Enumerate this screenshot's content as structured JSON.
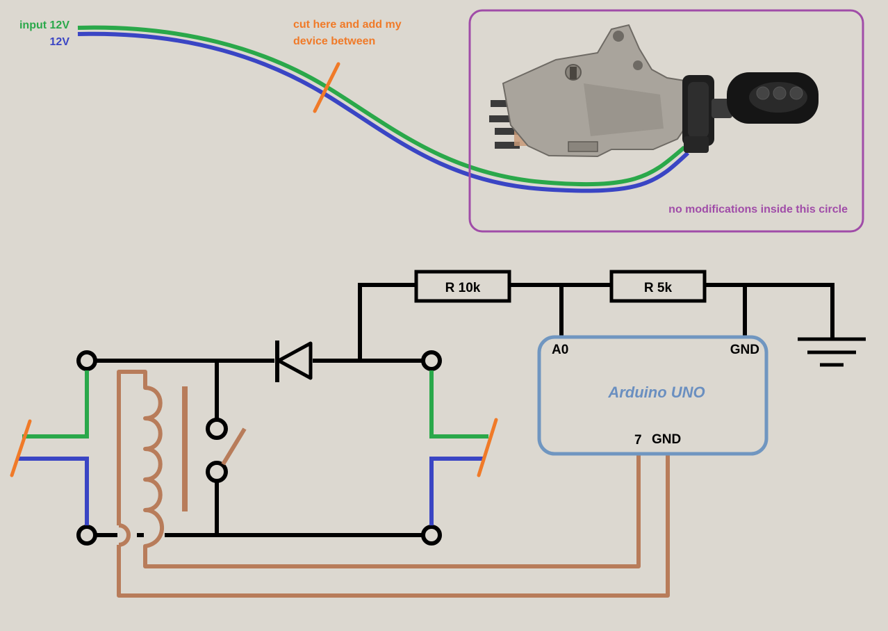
{
  "labels": {
    "input_12v": "input 12V",
    "wire_12v": "12V",
    "cut_note_line1": "cut here and add my",
    "cut_note_line2": "device between",
    "no_mod_note": "no modifications inside this circle",
    "resistor_1": "R 10k",
    "resistor_2": "R 5k",
    "arduino_name": "Arduino UNO",
    "pin_a0": "A0",
    "pin_gnd_top": "GND",
    "pin_7": "7",
    "pin_gnd_bottom": "GND"
  },
  "colors": {
    "background": "#dcd8d0",
    "wire_black": "#000000",
    "wire_green": "#2aa84a",
    "wire_blue": "#3a45c4",
    "cut_orange": "#f07a28",
    "relay_brown": "#b87c5a",
    "arduino_border": "#7096c0",
    "arduino_text": "#6a8fc0",
    "circle_purple": "#a04ca8",
    "input_label_green": "#2aa84a",
    "label_blue": "#3a45c4",
    "note_orange": "#f07a28",
    "note_purple": "#a04ca8"
  },
  "icons": {
    "ignition_switch": "ignition-switch-photo-icon",
    "car_key": "car-key-icon",
    "diode": "diode-icon",
    "relay_coil": "relay-coil-icon",
    "relay_switch": "relay-switch-icon",
    "ground": "ground-icon"
  }
}
